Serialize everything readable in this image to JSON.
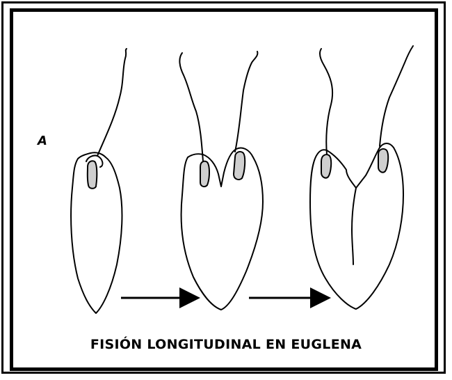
{
  "panel_label": "A",
  "caption": "FISIÓN LONGITUDINAL EN EUGLENA",
  "stages": [
    {
      "name": "single-cell",
      "flagella": 1
    },
    {
      "name": "dividing-cell-early",
      "flagella": 2
    },
    {
      "name": "dividing-cell-late",
      "flagella": 2
    }
  ],
  "arrows": [
    {
      "from": "single-cell",
      "to": "dividing-cell-early"
    },
    {
      "from": "dividing-cell-early",
      "to": "dividing-cell-late"
    }
  ],
  "colors": {
    "ink": "#000000",
    "background": "#ffffff",
    "eyespot_fill": "#cfcfcf"
  }
}
